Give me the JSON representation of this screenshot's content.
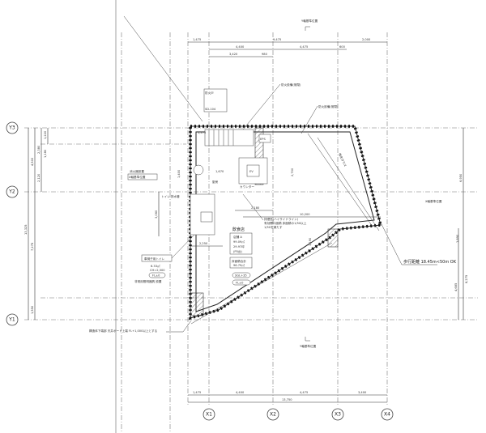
{
  "axes": {
    "x": [
      "X1",
      "X2",
      "X3",
      "X4"
    ],
    "y": [
      "Y1",
      "Y2",
      "Y3"
    ]
  },
  "top_dims": {
    "row1": [
      "1,475",
      "9,475",
      "2,000"
    ],
    "row2": [
      "4,400",
      "4,475",
      "600"
    ],
    "row3": [
      "3,420",
      "980"
    ]
  },
  "bottom_dims": {
    "row1": [
      "1,475",
      "4,400",
      "4,475",
      "3,400"
    ],
    "total": "13,750"
  },
  "left_dims": {
    "outer": "13,325",
    "mid": [
      "4,500",
      "7,275",
      "1,550"
    ],
    "inner": [
      "2,380",
      "2,120"
    ],
    "innermost": [
      "1,220",
      "1,180"
    ],
    "toilet": "3,060"
  },
  "right_dims": {
    "outer": "6,950",
    "lower": "8,275",
    "parts": [
      "1,890",
      "4,685"
    ]
  },
  "interior_dims": [
    "1,275",
    "1,670",
    "2,700",
    "2,180",
    "10,200",
    "2,250",
    "1,190",
    "1,400"
  ],
  "notes": {
    "top_marker": "Y軸基準位置",
    "bottom_marker": "Y軸基準位置",
    "right_marker": "X軸基準位置",
    "left_marker": "X軸基準位置",
    "fire_door": "防火戸",
    "fire_door_sub": "SD-104",
    "eps": "EPS",
    "fire_shutter_1": "防火設備(常閉)",
    "fire_shutter_2": "防火設備(常閉)",
    "counter": "カウンター",
    "ev": "EV",
    "toilet_pipe": "トイレ 排水管",
    "accessible_toilet": "車椅子用トイレ",
    "toilet_area": "6.33㎡",
    "toilet_ch": "CH=2,300",
    "toilet_tag": "FL±0",
    "toilet_note": "非常用照明器具 設置",
    "kitchen_label": "厨房",
    "shop_heading": "飲食店",
    "shop_name": "店舗 A",
    "shop_area": "99.09㎡",
    "shop_tsubo": "29.97坪",
    "shop_parking": "(P5台)",
    "floor_area_label": "床面積合計",
    "floor_area": "96.79㎡",
    "tag1": "SGL+35",
    "tag2": "FL±0",
    "window_note": "排煙窓(ハイサイドライン)",
    "window_note_2": "有効開口面積 床面積の1/50以上",
    "window_note_3": "1/50を満たす",
    "distance_label": "歩行距離 18.45m<50m OK",
    "glass_note": "強化ガラス",
    "bottom_note": "構造体下端部 天井ボード上端 FL+1,000以上とする",
    "sprinkler_note": "消火器設置"
  }
}
